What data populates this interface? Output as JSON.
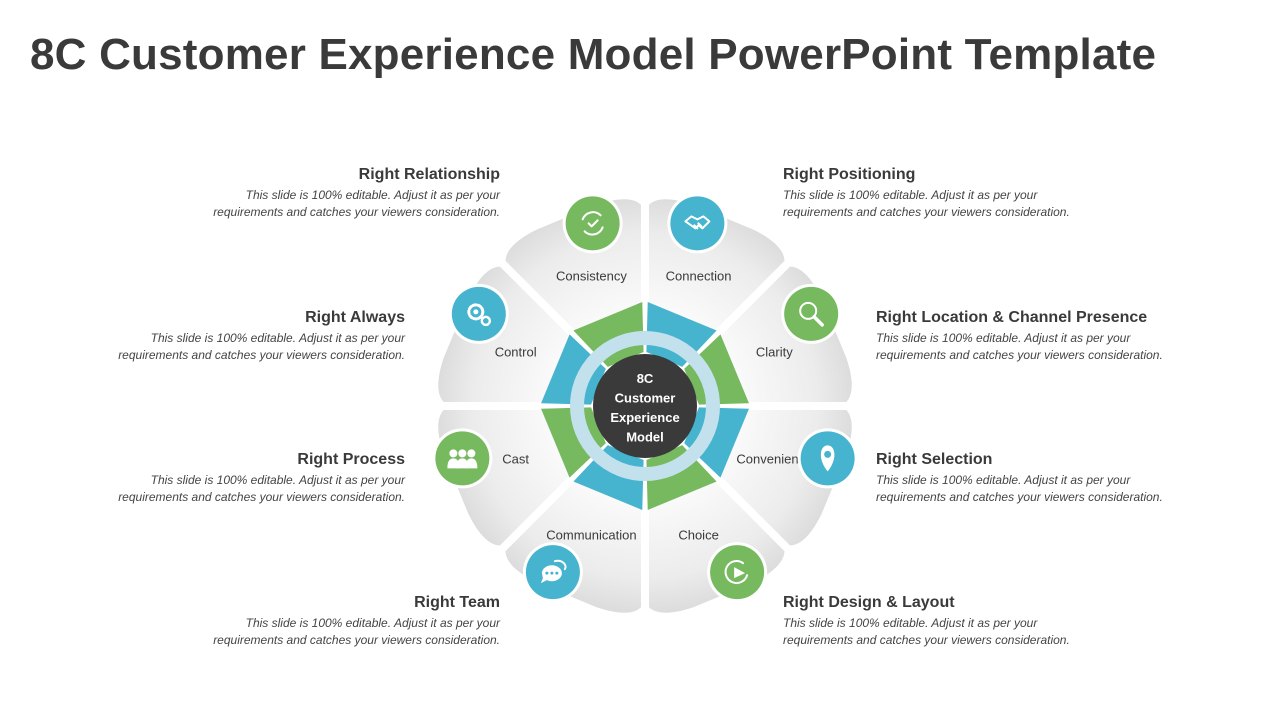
{
  "title": "8C Customer Experience Model PowerPoint Template",
  "center": {
    "lines": [
      "8C",
      "Customer",
      "Experience",
      "Model"
    ],
    "fill": "#3a3a3a"
  },
  "colors": {
    "green": "#76b95f",
    "blue": "#46b3cf",
    "petal_light": "#f6f6f6",
    "petal_dark": "#d9d9d9",
    "text_dark": "#3a3a3a"
  },
  "segments": [
    {
      "label": "Connection",
      "heading": "Right Relationship",
      "desc": [
        "This slide is 100% editable. Adjust it as per your",
        "requirements and catches your viewers consideration."
      ],
      "icon": "handshake-icon",
      "icon_color": "blue"
    },
    {
      "label": "Clarity",
      "heading": "Right Positioning",
      "desc": [
        "This slide is 100% editable. Adjust it as per your",
        "requirements and catches your viewers consideration."
      ],
      "icon": "magnifier-icon",
      "icon_color": "green"
    },
    {
      "label": "Convenience",
      "heading": "Right Location & Channel Presence",
      "desc": [
        "This slide is 100% editable. Adjust it as per your",
        "requirements and catches your viewers consideration."
      ],
      "icon": "location-pin-icon",
      "icon_color": "blue"
    },
    {
      "label": "Choice",
      "heading": "Right Selection",
      "desc": [
        "This slide is 100% editable. Adjust it as per your",
        "requirements and catches your viewers consideration."
      ],
      "icon": "cursor-select-icon",
      "icon_color": "green"
    },
    {
      "label": "Communication",
      "heading": "Right Design & Layout",
      "desc": [
        "This slide is 100% editable. Adjust it as per your",
        "requirements and catches your viewers consideration."
      ],
      "icon": "chat-bubbles-icon",
      "icon_color": "blue"
    },
    {
      "label": "Cast",
      "heading": "Right Team",
      "desc": [
        "This slide is 100% editable. Adjust it as per your",
        "requirements and catches your viewers consideration."
      ],
      "icon": "team-icon",
      "icon_color": "green"
    },
    {
      "label": "Control",
      "heading": "Right Process",
      "desc": [
        "This slide is 100% editable. Adjust it as per your",
        "requirements and catches your viewers consideration."
      ],
      "icon": "gears-icon",
      "icon_color": "blue"
    },
    {
      "label": "Consistency",
      "heading": "Right Always",
      "desc": [
        "This slide is 100% editable. Adjust it as per your",
        "requirements and catches your viewers consideration."
      ],
      "icon": "cycle-check-icon",
      "icon_color": "green"
    }
  ]
}
